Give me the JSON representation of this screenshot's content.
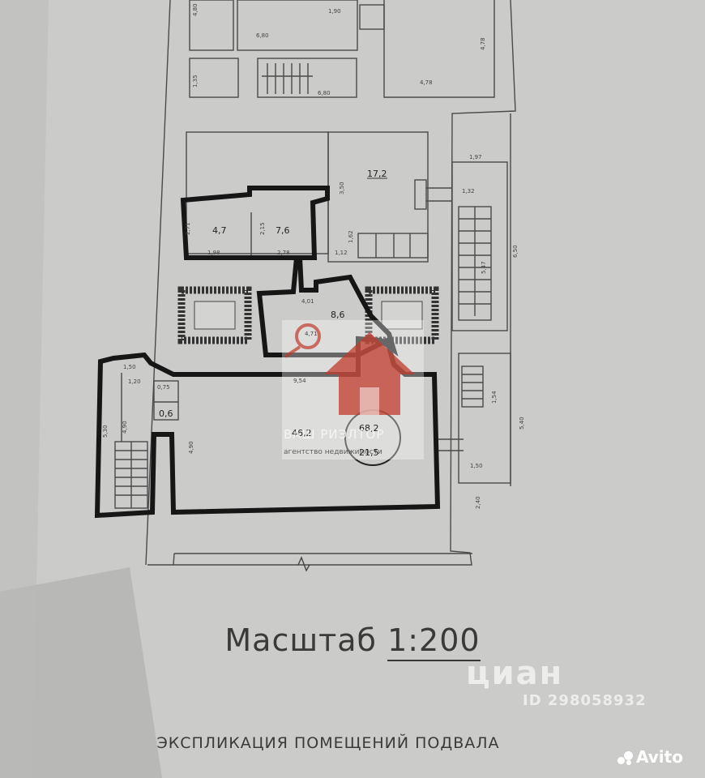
{
  "title": "",
  "scale_label": "Масштаб",
  "scale_value": "1:200",
  "explication_title": "ЭКСПЛИКАЦИЯ ПОМЕЩЕНИЙ ПОДВАЛА",
  "rooms": {
    "r_17_2": "17,2",
    "r_4_7": "4,7",
    "r_7_6": "7,6",
    "r_8_6": "8,6",
    "r_46_2": "46,2",
    "r_68_2": "68,2",
    "r_21_5": "21,5",
    "r_0_6": "0,6"
  },
  "dimensions": {
    "d1": "1,90",
    "d2": "6,80",
    "d3": "4,78",
    "d4": "4,78",
    "d5": "6,80",
    "d6": "1,97",
    "d7": "1,32",
    "d8": "6,50",
    "d9": "5,47",
    "d10": "3,50",
    "d11": "1,98",
    "d12": "2,78",
    "d13": "1,12",
    "d14": "2,71",
    "d15": "2,15",
    "d16": "1,62",
    "d17": "4,01",
    "d18": "4,71",
    "d19": "9,54",
    "d20": "1,50",
    "d21": "1,20",
    "d22": "0,75",
    "d23": "5,30",
    "d24": "4,90",
    "d25": "4,90",
    "d26": "1,50",
    "d27": "5,40",
    "d28": "1,54",
    "d29": "2,40",
    "d30": "1,35",
    "d31": "4,80"
  },
  "watermarks": {
    "realtor": "ВАШ РИЭЛТОР",
    "realtor_sub": "агентство недвижимости",
    "cian_brand": "циан",
    "cian_id": "ID 298058932",
    "avito": "Avito"
  },
  "colors": {
    "background": "#c9c9c7",
    "wall": "#161616",
    "realtor_red": "#c0392b"
  }
}
